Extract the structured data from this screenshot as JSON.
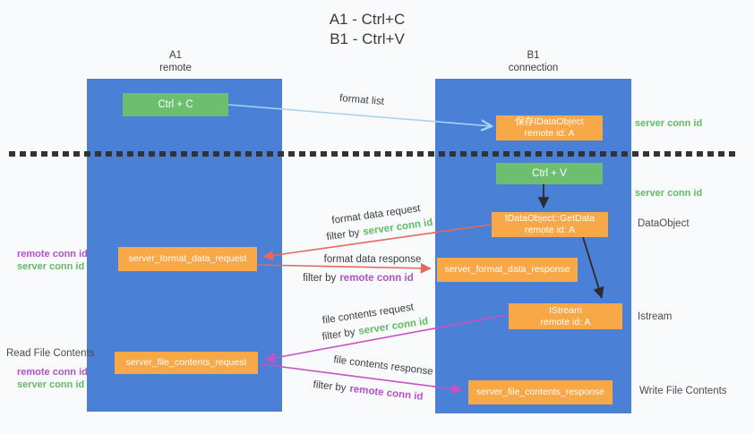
{
  "title": {
    "line1": "A1 - Ctrl+C",
    "line2": "B1 - Ctrl+V"
  },
  "lanes": {
    "a1": {
      "name": "A1",
      "subtitle": "remote"
    },
    "b1": {
      "name": "B1",
      "subtitle": "connection"
    }
  },
  "nodes": {
    "ctrl_c": {
      "label": "Ctrl + C"
    },
    "save_idataobject": {
      "line1": "保存IDataObject",
      "line2": "remote id: A"
    },
    "ctrl_v": {
      "label": "Ctrl + V"
    },
    "idataobject_getdata": {
      "line1": "IDataObject::GetData",
      "line2": "remote id: A"
    },
    "server_format_data_request": {
      "label": "server_format_data_request"
    },
    "server_format_data_response": {
      "label": "server_format_data_response"
    },
    "istream": {
      "line1": "IStream",
      "line2": "remote id: A"
    },
    "server_file_contents_request": {
      "label": "server_file_contents_request"
    },
    "server_file_contents_response": {
      "label": "server_file_contents_response"
    }
  },
  "arrows": {
    "format_list": {
      "label": "format list"
    },
    "format_data_request": {
      "label": "format data request",
      "filter_prefix": "filter by",
      "filter_key": "server conn id"
    },
    "format_data_response": {
      "label": "format data response",
      "filter_prefix": "filter by",
      "filter_key": "remote conn id"
    },
    "file_contents_request": {
      "label": "file contents request",
      "filter_prefix": "filter by",
      "filter_key": "server conn id"
    },
    "file_contents_response": {
      "label": "file contents response",
      "filter_prefix": "filter by",
      "filter_key": "remote conn id"
    }
  },
  "annotations": {
    "right": [
      {
        "text": "server conn id"
      },
      {
        "text": "server conn id"
      },
      {
        "text": "DataObject"
      },
      {
        "text": "Istream"
      },
      {
        "text": "Write File Contents"
      }
    ],
    "left": [
      {
        "text": "remote conn id"
      },
      {
        "text": "server conn id"
      },
      {
        "text": "Read File Contents"
      },
      {
        "text": "remote conn id"
      },
      {
        "text": "server conn id"
      }
    ]
  },
  "colors": {
    "lane_blue": "#4A80D6",
    "node_green": "#6DBE6E",
    "node_orange": "#F9A847",
    "green_text": "#5FBB64",
    "purple_text": "#B351C9",
    "red_arrow": "#E7685F",
    "magenta_arrow": "#C653C1",
    "light_blue_arrow": "#A9D3F2",
    "black_arrow": "#2B2B2B"
  }
}
